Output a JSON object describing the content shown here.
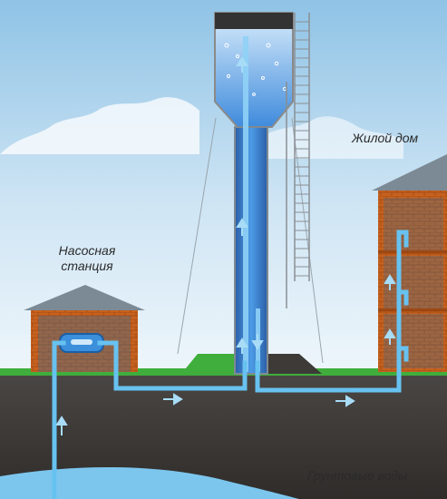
{
  "labels": {
    "pump_station": [
      "Насосная",
      "станция"
    ],
    "residential_house": "Жилой дом",
    "groundwater": "Грунтовые воды"
  },
  "icons": {
    "flow": "arrow-icon",
    "bubbles": "bubble-icon"
  },
  "colors": {
    "sky_top": "#8fc3e6",
    "sky_bottom": "#eef6fb",
    "soil": "#3d3a37",
    "grass": "#3fae3c",
    "brick": "#c7611e",
    "roof": "#7b8a95",
    "pipe": "#67c2f0",
    "tank_water": "#3f8bdc",
    "groundwater": "#7cc6ee"
  }
}
